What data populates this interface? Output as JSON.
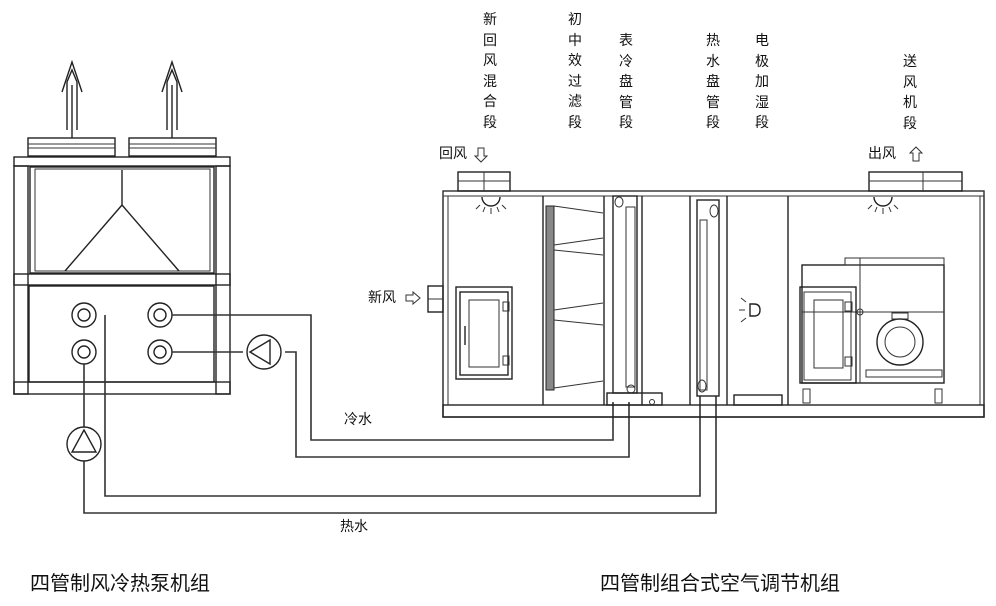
{
  "diagram": {
    "type": "HVAC four-pipe system schematic",
    "heat_pump": {
      "title": "四管制风冷热泵机组",
      "fan_exhaust_arrows": 2,
      "water_connections": 4,
      "pumps": 2
    },
    "ahu": {
      "title": "四管制组合式空气调节机组",
      "sections": [
        {
          "id": "mixing",
          "label": "新回风混合段"
        },
        {
          "id": "filter",
          "label": "初中效过滤段"
        },
        {
          "id": "cooling-coil",
          "label": "表冷盘管段"
        },
        {
          "id": "heating-coil",
          "label": "热水盘管段"
        },
        {
          "id": "humidifier",
          "label": "电极加湿段"
        },
        {
          "id": "supply-fan",
          "label": "送风机段"
        }
      ],
      "air_labels": {
        "return_air": "回风",
        "fresh_air": "新风",
        "supply_air": "出风"
      }
    },
    "pipes": {
      "chilled_water": "冷水",
      "hot_water": "热水"
    }
  }
}
